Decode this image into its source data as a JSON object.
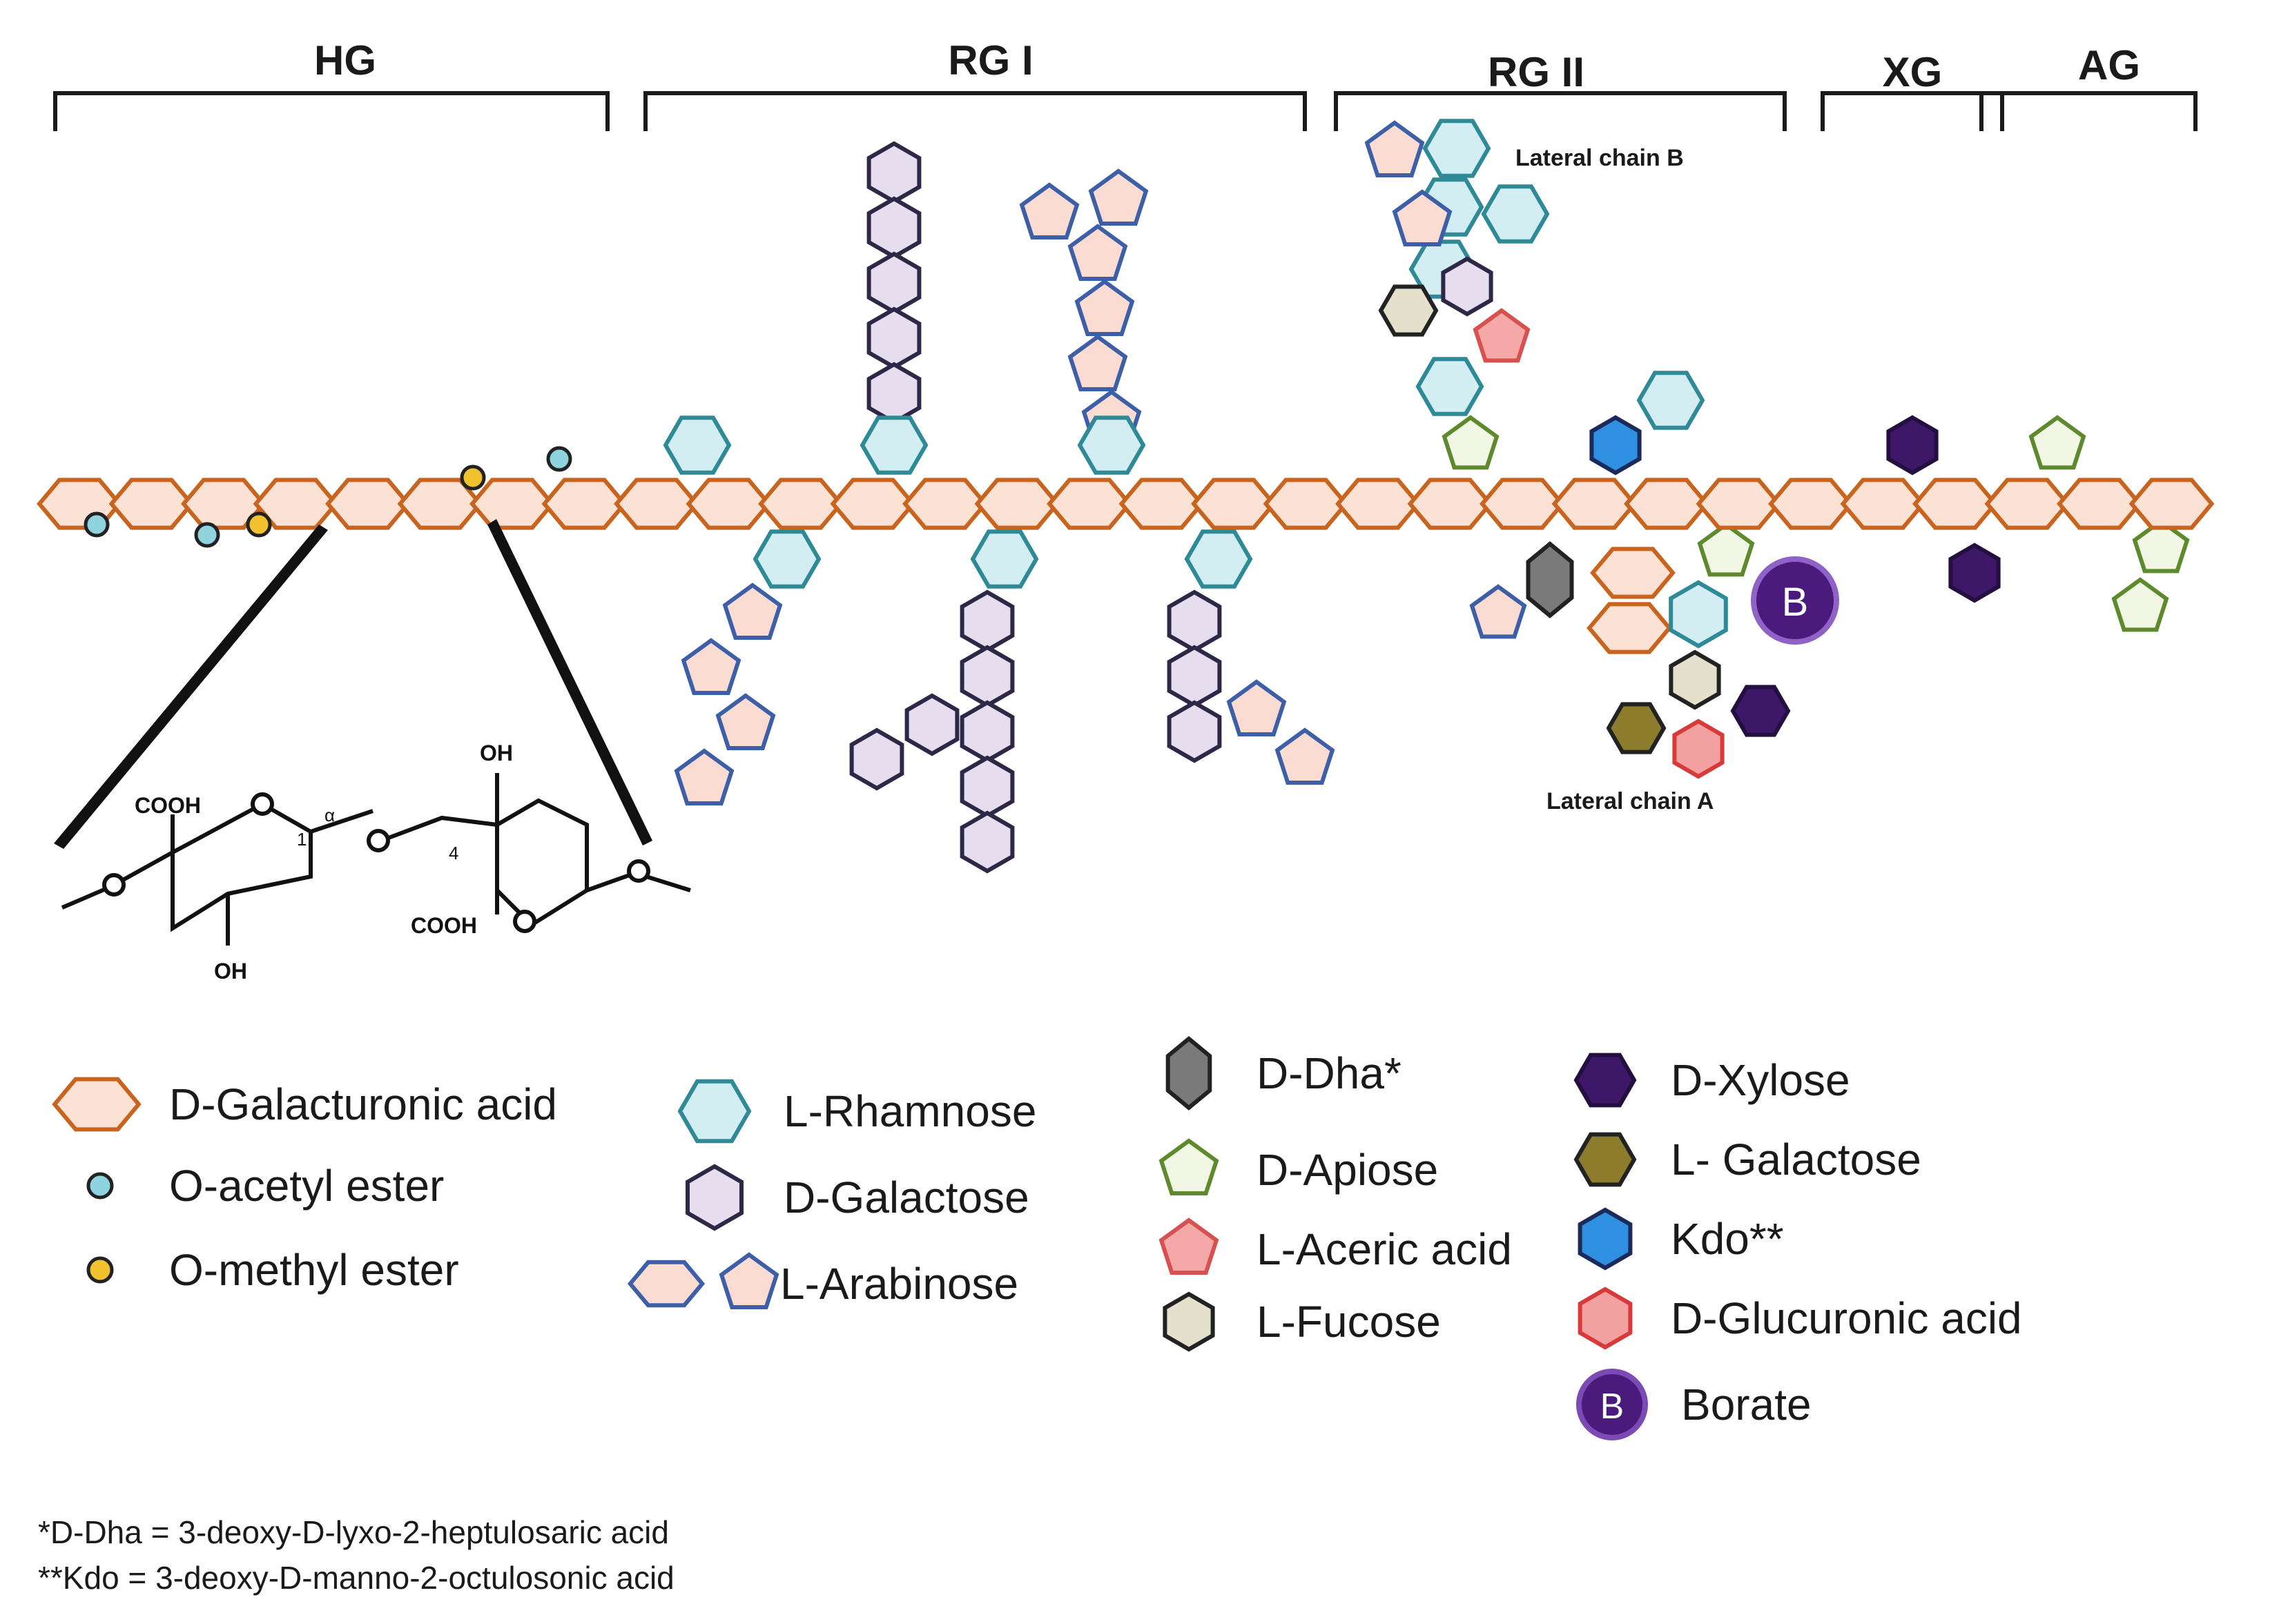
{
  "regions": [
    {
      "label": "HG"
    },
    {
      "label": "RG I"
    },
    {
      "label": "RG II"
    },
    {
      "label": "XG"
    },
    {
      "label": "AG"
    }
  ],
  "chain_labels": {
    "lateral_b": "Lateral chain B",
    "lateral_a": "Lateral chain A"
  },
  "borate_symbol": "B",
  "structure": {
    "cooh_left": "COOH",
    "cooh_right": "COOH",
    "oh_top": "OH",
    "oh_bottom": "OH",
    "alpha": "α",
    "pos1": "1",
    "pos4": "4"
  },
  "legend": [
    {
      "id": "galacturonic",
      "label": "D-Galacturonic acid",
      "icon": "hexagon-wide-icon",
      "color": "#fbe2d4",
      "stroke": "#c8641e"
    },
    {
      "id": "acetyl",
      "label": "O-acetyl ester",
      "icon": "circle-icon",
      "color": "#8fd3de",
      "stroke": "#222222"
    },
    {
      "id": "methyl",
      "label": "O-methyl ester",
      "icon": "circle-icon",
      "color": "#f2c22e",
      "stroke": "#222222"
    },
    {
      "id": "rhamnose",
      "label": "L-Rhamnose",
      "icon": "hexagon-icon",
      "color": "#d3eef2",
      "stroke": "#2e8a96"
    },
    {
      "id": "galactose",
      "label": "D-Galactose",
      "icon": "hexagon-icon",
      "color": "#e6ddee",
      "stroke": "#2e2848"
    },
    {
      "id": "arabinose",
      "label": "L-Arabinose",
      "icon": "pentagon-icon",
      "color": "#fbdcd2",
      "stroke": "#3c5fa8"
    },
    {
      "id": "dha",
      "label": "D-Dha*",
      "icon": "elongated-hexagon-icon",
      "color": "#7a7a7a",
      "stroke": "#222222"
    },
    {
      "id": "apiose",
      "label": "D-Apiose",
      "icon": "pentagon-icon",
      "color": "#f2f6e4",
      "stroke": "#5e8a2e"
    },
    {
      "id": "aceric",
      "label": "L-Aceric acid",
      "icon": "pentagon-icon",
      "color": "#f4a8a8",
      "stroke": "#d85050"
    },
    {
      "id": "fucose",
      "label": "L-Fucose",
      "icon": "hexagon-icon",
      "color": "#e4e0cc",
      "stroke": "#222222"
    },
    {
      "id": "xylose",
      "label": "D-Xylose",
      "icon": "hexagon-icon",
      "color": "#3e1768",
      "stroke": "#231040"
    },
    {
      "id": "lgalactose",
      "label": "L- Galactose",
      "icon": "hexagon-icon",
      "color": "#8c7c2c",
      "stroke": "#222222"
    },
    {
      "id": "kdo",
      "label": "Kdo**",
      "icon": "diamond-hexagon-icon",
      "color": "#2f8fe0",
      "stroke": "#1a2a5a"
    },
    {
      "id": "glucuronic",
      "label": "D-Glucuronic acid",
      "icon": "hexagon-icon",
      "color": "#f2a0a0",
      "stroke": "#d83a3a"
    },
    {
      "id": "borate",
      "label": "Borate",
      "icon": "borate-circle-icon",
      "color": "#4a1a7c",
      "stroke": "#7c4ab4"
    }
  ],
  "footnotes": [
    "*D-Dha = 3-deoxy-D-lyxo-2-heptulosaric acid",
    "**Kdo = 3-deoxy-D-manno-2-octulosonic acid"
  ]
}
